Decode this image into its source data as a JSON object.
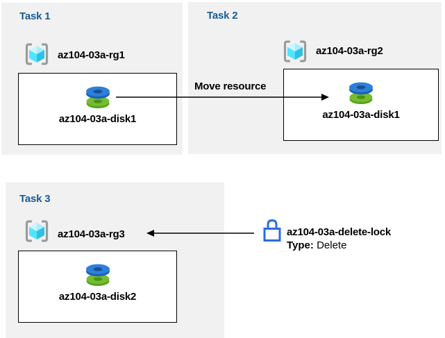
{
  "tasks": [
    {
      "label": "Task 1",
      "resource_group": "az104-03a-rg1",
      "resource": "az104-03a-disk1"
    },
    {
      "label": "Task 2",
      "resource_group": "az104-03a-rg2",
      "resource": "az104-03a-disk1"
    },
    {
      "label": "Task 3",
      "resource_group": "az104-03a-rg3",
      "resource": "az104-03a-disk2"
    }
  ],
  "move_arrow": {
    "label": "Move resource"
  },
  "delete_lock": {
    "name": "az104-03a-delete-lock",
    "type_label": "Type:",
    "type_value": "Delete"
  },
  "icons": {
    "resource_group": "azure-resource-group-icon",
    "disk": "azure-disk-icon",
    "lock": "lock-icon"
  },
  "colors": {
    "panel_bg": "#f1f1f1",
    "task_heading_blue": "#1b5a97",
    "label_text": "#000000",
    "box_border": "#000000",
    "arrow": "#000000",
    "lock_blue": "#2b6cd9",
    "disk_blue_top": "#2e7fd9",
    "disk_blue_side": "#1c61b4",
    "disk_green_top": "#76bb31",
    "disk_green_side": "#55a41f",
    "cube_left": "#50e6ff",
    "cube_right": "#2fc1e0",
    "cube_top": "#a8ecff",
    "bracket_gray": "#9b9b9b"
  }
}
